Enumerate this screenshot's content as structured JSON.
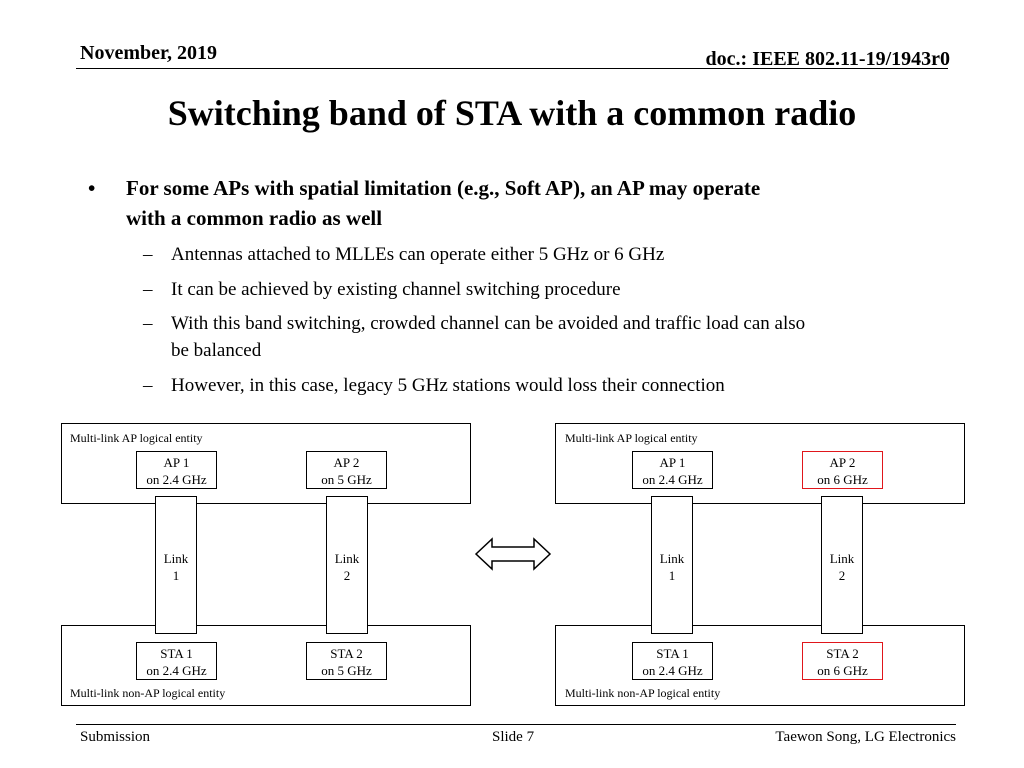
{
  "header": {
    "date": "November, 2019",
    "doc": "doc.: IEEE 802.11-19/1943r0"
  },
  "title": "Switching band of STA with a common radio",
  "bullets": {
    "main_marker": "•",
    "main_line1": "For some APs with spatial limitation (e.g., Soft AP), an AP may operate",
    "main_line2": "with a common radio as well",
    "dash": "–",
    "sub": [
      "Antennas attached to MLLEs can operate either 5 GHz or 6 GHz",
      "It can be achieved by existing channel switching procedure",
      "With this band switching, crowded channel can be avoided and traffic load can also",
      "be balanced",
      "However, in this case, legacy 5 GHz stations would loss their connection"
    ]
  },
  "diagrams": [
    {
      "ap_entity_label": "Multi-link AP logical entity",
      "sta_entity_label": "Multi-link non-AP logical entity",
      "ap1": [
        "AP 1",
        "on 2.4 GHz"
      ],
      "ap2": [
        "AP 2",
        "on 5 GHz"
      ],
      "link1": [
        "Link",
        "1"
      ],
      "link2": [
        "Link",
        "2"
      ],
      "sta1": [
        "STA 1",
        "on 2.4 GHz"
      ],
      "sta2": [
        "STA 2",
        "on 5 GHz"
      ]
    },
    {
      "ap_entity_label": "Multi-link AP logical entity",
      "sta_entity_label": "Multi-link non-AP logical entity",
      "ap1": [
        "AP 1",
        "on 2.4 GHz"
      ],
      "ap2": [
        "AP 2",
        "on 6 GHz"
      ],
      "link1": [
        "Link",
        "1"
      ],
      "link2": [
        "Link",
        "2"
      ],
      "sta1": [
        "STA 1",
        "on 2.4 GHz"
      ],
      "sta2": [
        "STA 2",
        "on 6 GHz"
      ]
    }
  ],
  "highlight_color": "#e0161b",
  "arrow_icon": "double-headed-arrow-icon",
  "footer": {
    "left": "Submission",
    "center": "Slide 7",
    "right": "Taewon Song, LG Electronics"
  }
}
